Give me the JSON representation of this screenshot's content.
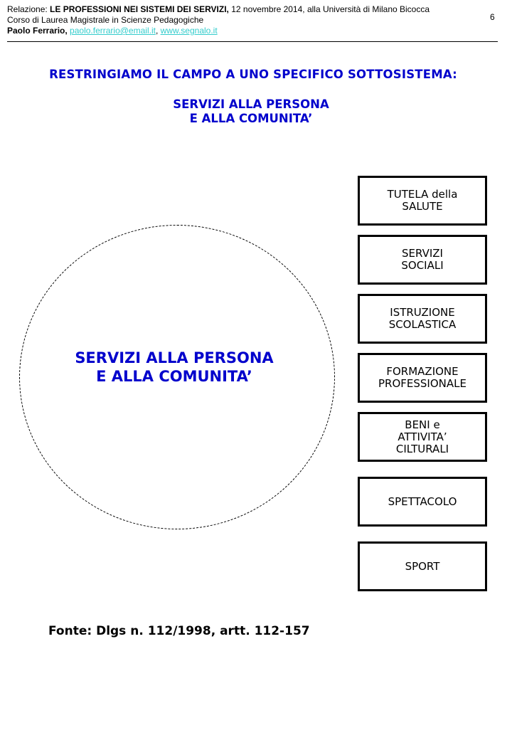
{
  "header": {
    "line1_prefix": "Relazione: ",
    "line1_bold": "LE PROFESSIONI NEI SISTEMI DEI SERVIZI,",
    "line1_rest": " 12 novembre 2014, alla Università di Milano Bicocca",
    "line2": "Corso di Laurea Magistrale in Scienze Pedagogiche",
    "author": "Paolo Ferrario,",
    "email": "paolo.ferrario@email.it",
    "separator": ", ",
    "website": "www.segnalo.it",
    "page_number": "6"
  },
  "title": {
    "main": "RESTRINGIAMO IL CAMPO A UNO SPECIFICO SOTTOSISTEMA:",
    "sub_line1": "SERVIZI ALLA PERSONA",
    "sub_line2": "E ALLA COMUNITA’"
  },
  "diagram": {
    "circle_line1": "SERVIZI ALLA PERSONA",
    "circle_line2": "E ALLA COMUNITA’",
    "boxes": [
      {
        "lines": [
          "TUTELA della",
          "SALUTE"
        ]
      },
      {
        "lines": [
          "SERVIZI",
          "SOCIALI"
        ]
      },
      {
        "lines": [
          "ISTRUZIONE",
          "SCOLASTICA"
        ]
      },
      {
        "lines": [
          "FORMAZIONE",
          "PROFESSIONALE"
        ]
      },
      {
        "lines": [
          "BENI e",
          "ATTIVITA’",
          "CILTURALI"
        ]
      },
      {
        "lines": [
          "SPETTACOLO"
        ]
      },
      {
        "lines": [
          "SPORT"
        ]
      }
    ]
  },
  "source": "Fonte: Dlgs n. 112/1998, artt. 112-157",
  "colors": {
    "title_blue": "#0000cc",
    "link_cyan": "#33cccc"
  }
}
